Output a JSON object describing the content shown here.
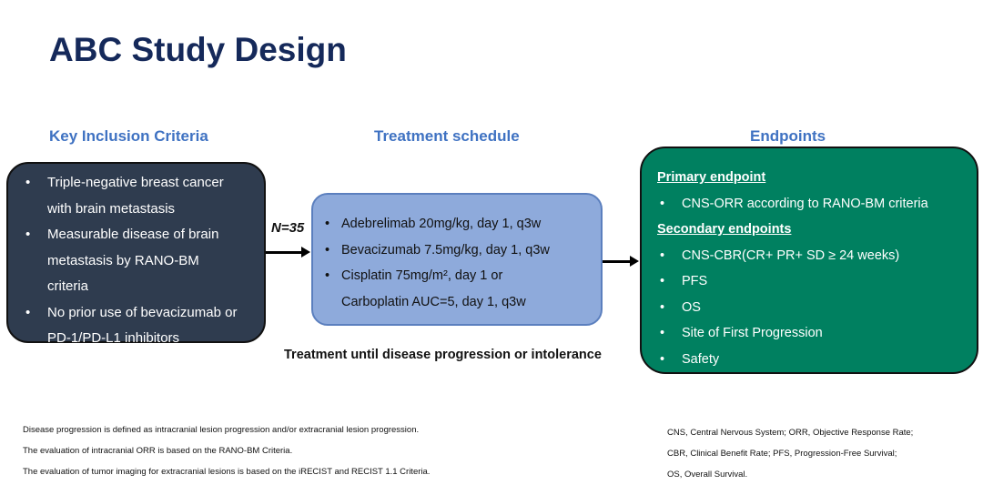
{
  "title": "ABC Study Design",
  "inclusion": {
    "heading": "Key Inclusion Criteria",
    "items": [
      "Triple-negative breast cancer",
      "with brain metastasis",
      "Measurable disease of brain",
      "metastasis by RANO-BM",
      "criteria",
      "No prior use of bevacizumab or",
      "PD-1/PD-L1 inhibitors"
    ]
  },
  "arrow_label": "N=35",
  "treatment": {
    "heading": "Treatment schedule",
    "items": [
      "Adebrelimab 20mg/kg, day 1, q3w",
      "Bevacizumab 7.5mg/kg, day 1, q3w",
      "Cisplatin 75mg/m², day 1 or",
      "Carboplatin AUC=5, day 1, q3w"
    ],
    "note": "Treatment until disease progression or intolerance"
  },
  "endpoints": {
    "heading": "Endpoints",
    "primary_label": "Primary endpoint",
    "primary": [
      "CNS-ORR according to RANO-BM criteria"
    ],
    "secondary_label": "Secondary endpoints",
    "secondary": [
      "CNS-CBR(CR+ PR+ SD ≥ 24 weeks)",
      "PFS",
      "OS",
      "Site of First Progression",
      "Safety"
    ]
  },
  "footnotes_left": [
    "Disease progression is defined as intracranial lesion progression  and/or extracranial lesion progression.",
    "The evaluation of intracranial ORR is based on the RANO-BM Criteria.",
    "The evaluation of tumor imaging for extracranial lesions is based on the iRECIST and RECIST 1.1 Criteria."
  ],
  "footnotes_right": [
    "CNS, Central Nervous System;  ORR, Objective Response Rate;",
    "CBR, Clinical Benefit Rate; PFS, Progression-Free Survival;",
    "OS, Overall Survival."
  ],
  "colors": {
    "title": "#15295a",
    "heading": "#3f72c2",
    "inclusion_box": "#2f3c4f",
    "treatment_box": "#8eaadb",
    "endpoints_box": "#008060"
  }
}
